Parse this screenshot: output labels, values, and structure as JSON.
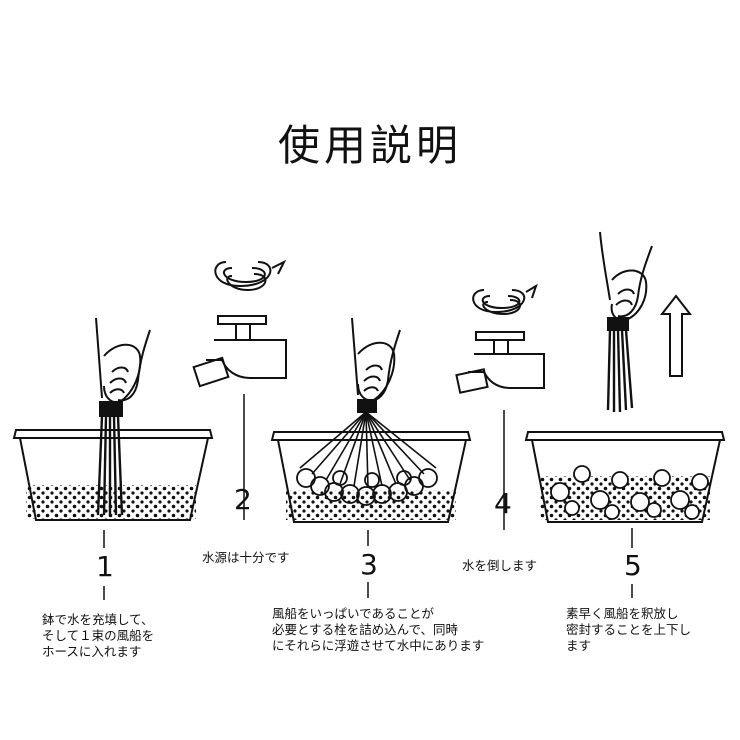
{
  "title": "使用説明",
  "steps": [
    {
      "number": "1",
      "caption": "鉢で水を充填して、\nそして１束の風船を\nホースに入れます"
    },
    {
      "number": "2",
      "caption": "水源は十分です"
    },
    {
      "number": "3",
      "caption": "風船をいっぱいであることが\n必要とする栓を詰め込んで、同時\nにそれらに浮遊させて水中にあります"
    },
    {
      "number": "4",
      "caption": "水を倒します"
    },
    {
      "number": "5",
      "caption": "素早く風船を釈放し\n密封することを上下し\nます"
    }
  ]
}
